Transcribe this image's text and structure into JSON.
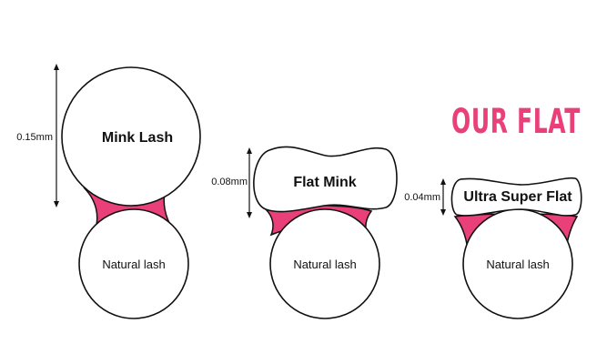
{
  "colors": {
    "accent": "#e9407a",
    "outline": "#111111",
    "background": "#ffffff"
  },
  "headline": "OUR FLAT",
  "columns": [
    {
      "lash_name": "Mink Lash",
      "thickness": "0.15mm",
      "base_label": "Natural lash"
    },
    {
      "lash_name": "Flat Mink",
      "thickness": "0.08mm",
      "base_label": "Natural lash"
    },
    {
      "lash_name": "Ultra Super Flat",
      "thickness": "0.04mm",
      "base_label": "Natural lash"
    }
  ]
}
